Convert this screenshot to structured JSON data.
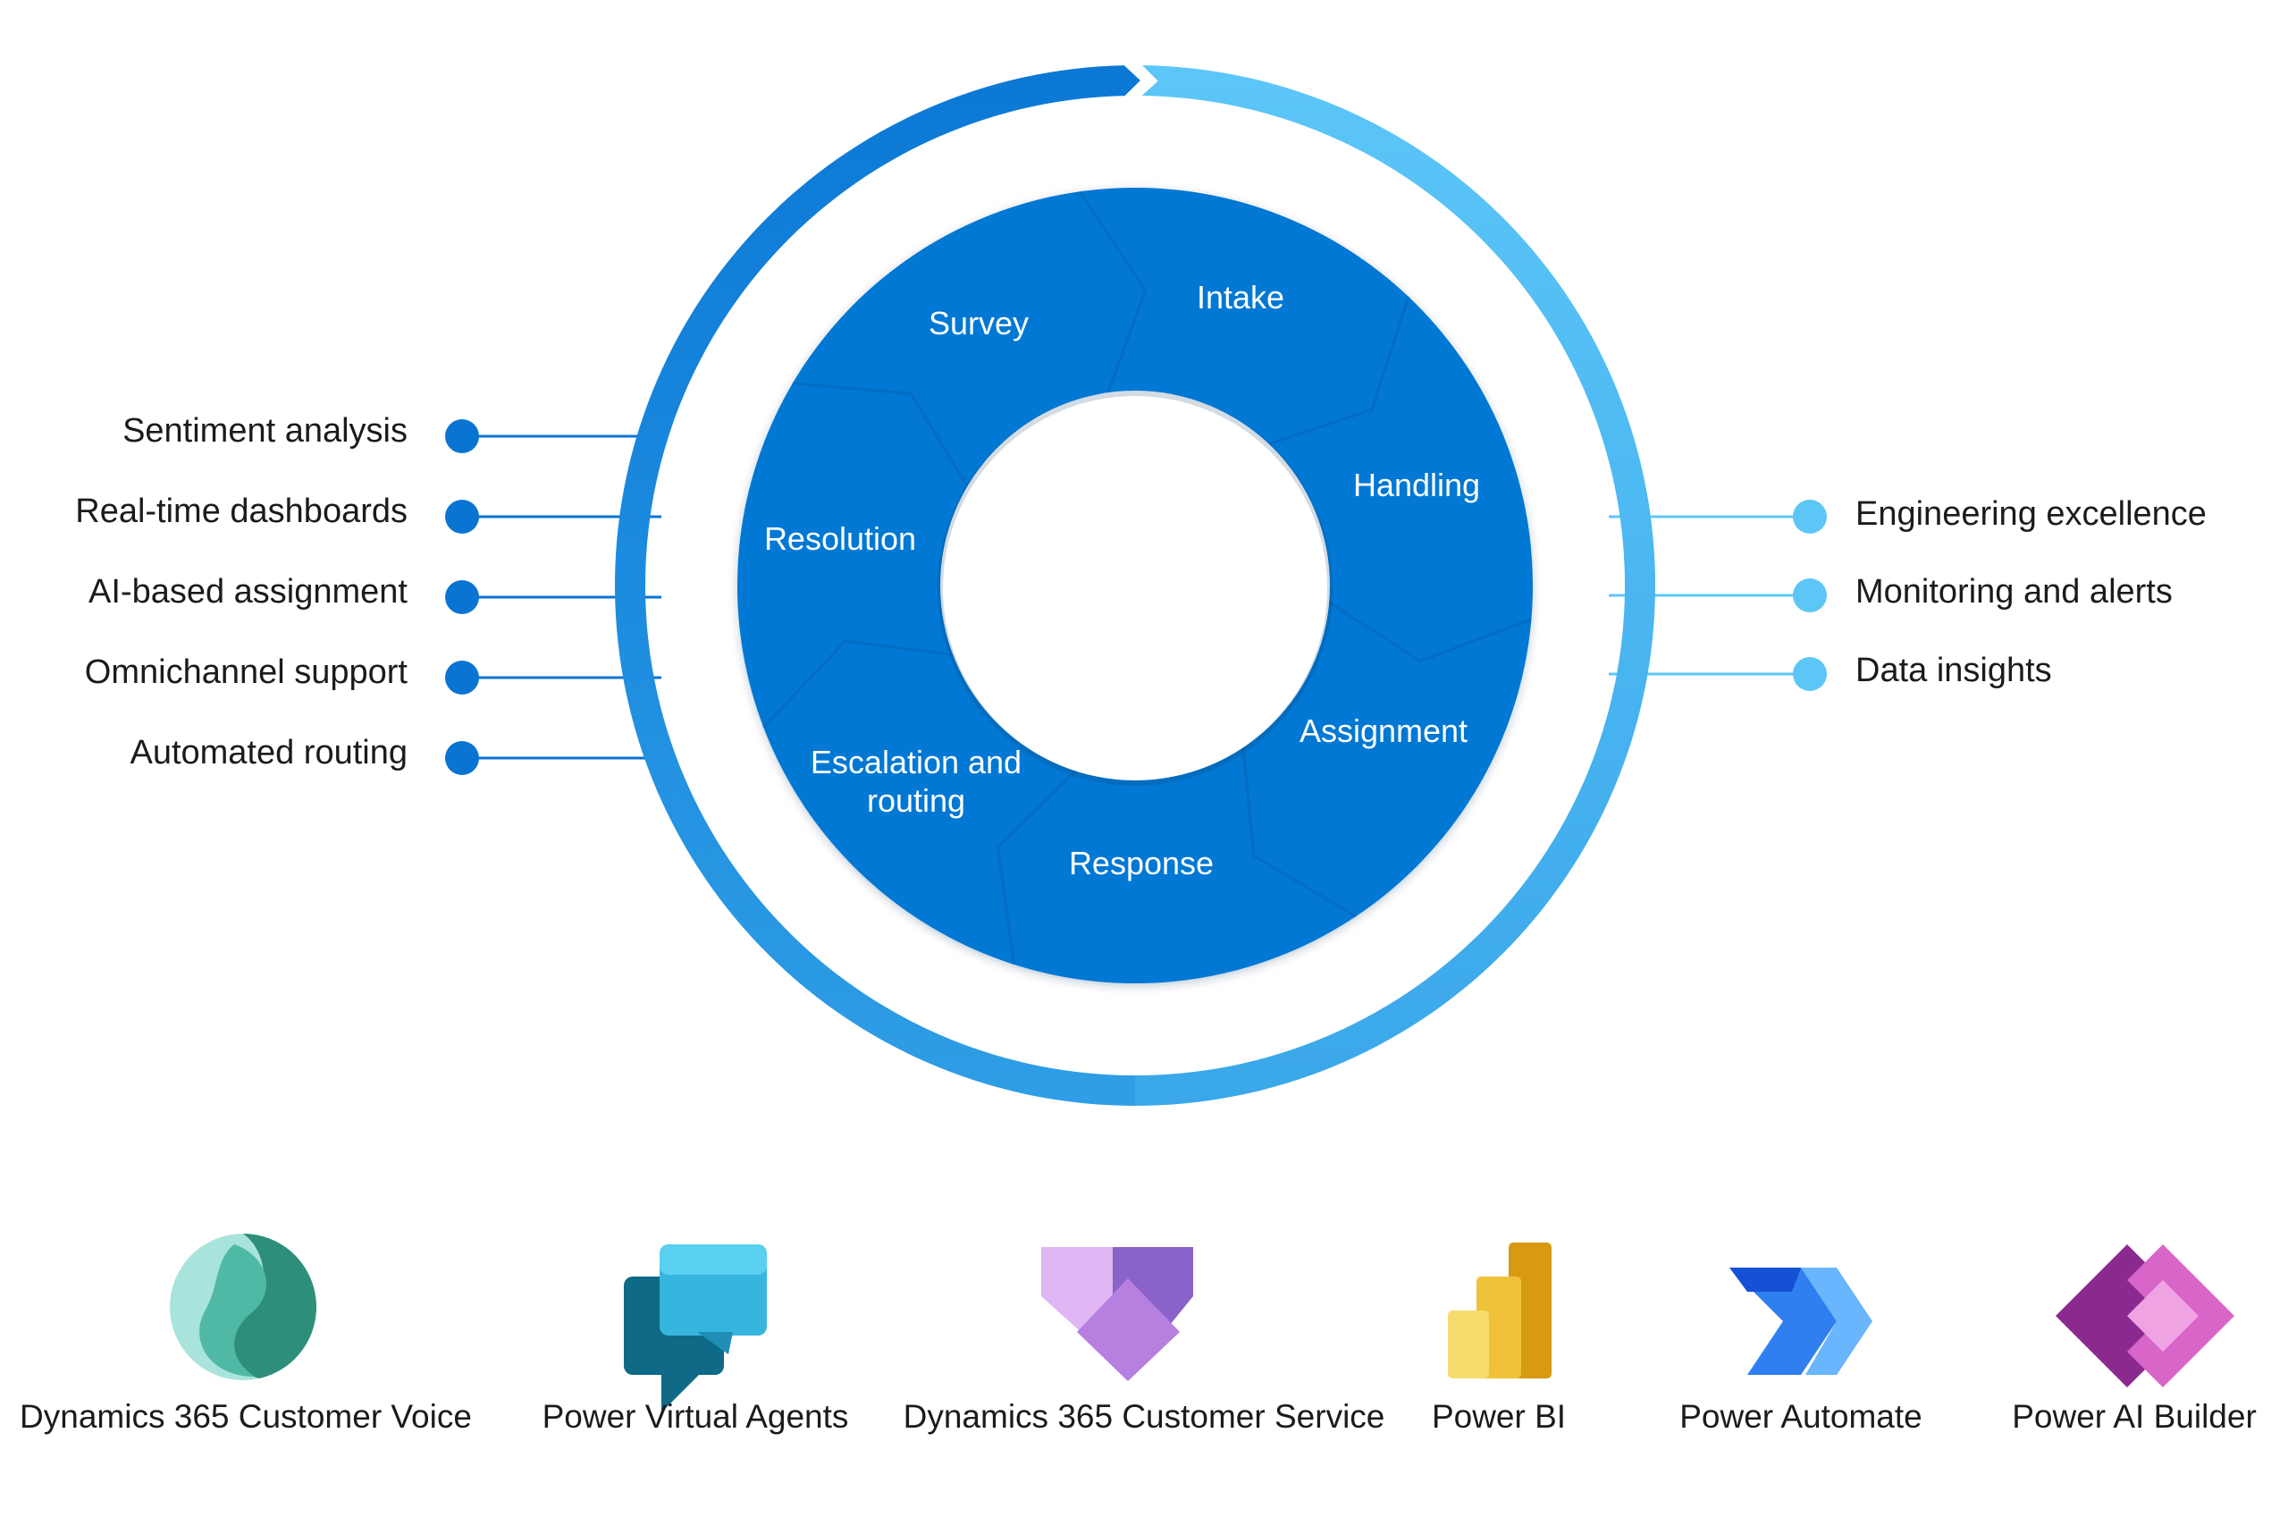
{
  "cycle": {
    "stages": [
      {
        "label": "Intake"
      },
      {
        "label": "Handling"
      },
      {
        "label": "Assignment"
      },
      {
        "label": "Response"
      },
      {
        "label": "Escalation and",
        "label2": "routing"
      },
      {
        "label": "Resolution"
      },
      {
        "label": "Survey"
      }
    ]
  },
  "left_features": [
    {
      "label": "Sentiment analysis"
    },
    {
      "label": "Real-time dashboards"
    },
    {
      "label": "AI-based assignment"
    },
    {
      "label": "Omnichannel support"
    },
    {
      "label": "Automated routing"
    }
  ],
  "right_features": [
    {
      "label": "Engineering excellence"
    },
    {
      "label": "Monitoring and alerts"
    },
    {
      "label": "Data insights"
    }
  ],
  "products": [
    {
      "label": "Dynamics 365 Customer Voice",
      "icon": "customer-voice-icon"
    },
    {
      "label": "Power Virtual Agents",
      "icon": "power-virtual-agents-icon"
    },
    {
      "label": "Dynamics 365 Customer Service",
      "icon": "customer-service-icon"
    },
    {
      "label": "Power BI",
      "icon": "power-bi-icon"
    },
    {
      "label": "Power Automate",
      "icon": "power-automate-icon"
    },
    {
      "label": "Power AI Builder",
      "icon": "ai-builder-icon"
    }
  ],
  "colors": {
    "ring_dark": "#0b7ad6",
    "ring_light": "#5cc4f7",
    "donut": "#0478d4",
    "dot_left": "#0a74d2",
    "dot_right": "#5cc6f7"
  }
}
